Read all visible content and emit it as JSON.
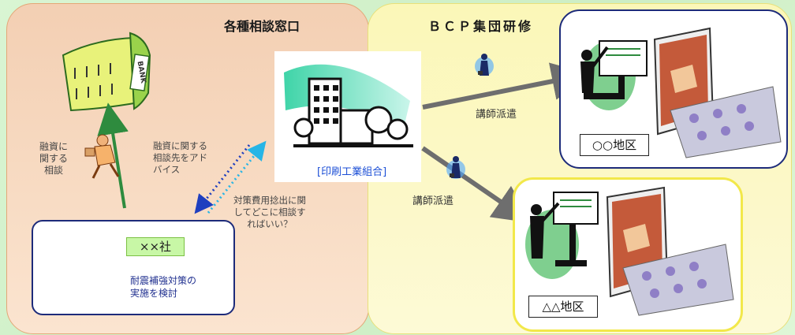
{
  "left_panel": {
    "title": "各種相談窓口"
  },
  "right_panel": {
    "title": "ＢＣＰ集団研修"
  },
  "bank": {
    "sign": "BANK"
  },
  "loan_consult_label": "融資に\n関する\n相談",
  "advice_label": "融資に関する\n相談先をアド\nバイス",
  "question_label": "対策費用捻出に関\nしてどこに相談す\nればいい？",
  "company": {
    "tag": "××社",
    "desc": "耐震補強対策の\n実施を検討"
  },
  "union": {
    "label": "[印刷工業組合]"
  },
  "dispatch1_label": "講師派遣",
  "dispatch2_label": "講師派遣",
  "region1": {
    "label": "○○地区"
  },
  "region2": {
    "label": "△△地区"
  },
  "colors": {
    "left_panel": "#f8dcc4",
    "right_panel": "#fcf8c9",
    "background": "#d9f5d3",
    "accent_navy": "#1d2b7a",
    "accent_green": "#2e8b3e",
    "arrow_gray": "#6e6e6e"
  }
}
